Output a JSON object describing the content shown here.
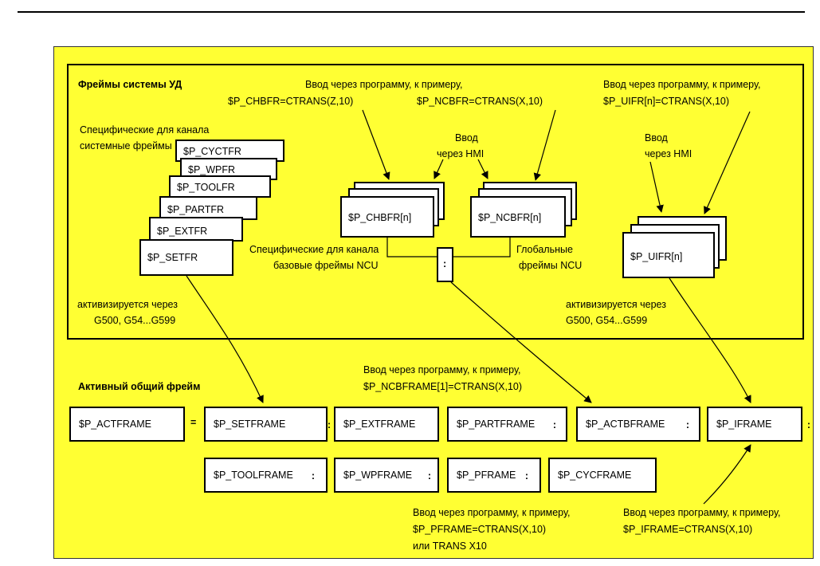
{
  "header": {
    "sys_title": "Фреймы системы УД",
    "active_title": "Активный общий фрейм"
  },
  "notes": {
    "chbfr_1": "Ввод через программу, к примеру,",
    "chbfr_2": "$P_CHBFR=CTRANS(Z,10)",
    "ncbfr_2": "$P_NCBFR=CTRANS(X,10)",
    "uifr_1": "Ввод через программу, к примеру,",
    "uifr_2": "$P_UIFR[n]=CTRANS(X,10)",
    "hmi1_1": "Ввод",
    "hmi1_2": "через HMI",
    "hmi2_1": "Ввод",
    "hmi2_2": "через HMI",
    "chan_sys_1": "Специфические для канала",
    "chan_sys_2": "системные фреймы",
    "chan_base_1": "Специфические для канала",
    "chan_base_2": "базовые фреймы NCU",
    "global_1": "Глобальные",
    "global_2": "фреймы NCU",
    "act_left_1": "активизируется через",
    "act_left_2": "G500, G54...G599",
    "act_right_1": "активизируется через",
    "act_right_2": "G500, G54...G599",
    "ncbframe_1": "Ввод через программу, к примеру,",
    "ncbframe_2": "$P_NCBFRAME[1]=CTRANS(X,10)",
    "pframe_1": "Ввод через программу, к примеру,",
    "pframe_2": "$P_PFRAME=CTRANS(X,10)",
    "pframe_3": "или TRANS X10",
    "iframe_1": "Ввод через программу, к примеру,",
    "iframe_2": "$P_IFRAME=CTRANS(X,10)"
  },
  "sys_frames": [
    "$P_CYCTFR",
    "$P_WPFR",
    "$P_TOOLFR",
    "$P_PARTFR",
    "$P_EXTFR",
    "$P_SETFR"
  ],
  "base_frames": {
    "chbfr": "$P_CHBFR[n]",
    "ncbfr": "$P_NCBFR[n]",
    "uifr": "$P_UIFR[n]",
    "colon": ":"
  },
  "active": {
    "actframe": "$P_ACTFRAME",
    "eq": "=",
    "setframe": "$P_SETFRAME",
    "extframe": "$P_EXTFRAME",
    "partframe": "$P_PARTFRAME",
    "actbframe": "$P_ACTBFRAME",
    "iframe": "$P_IFRAME",
    "toolframe": "$P_TOOLFRAME",
    "wpframe": "$P_WPFRAME",
    "pframe": "$P_PFRAME",
    "cycframe": "$P_CYCFRAME",
    "colon": ":"
  }
}
